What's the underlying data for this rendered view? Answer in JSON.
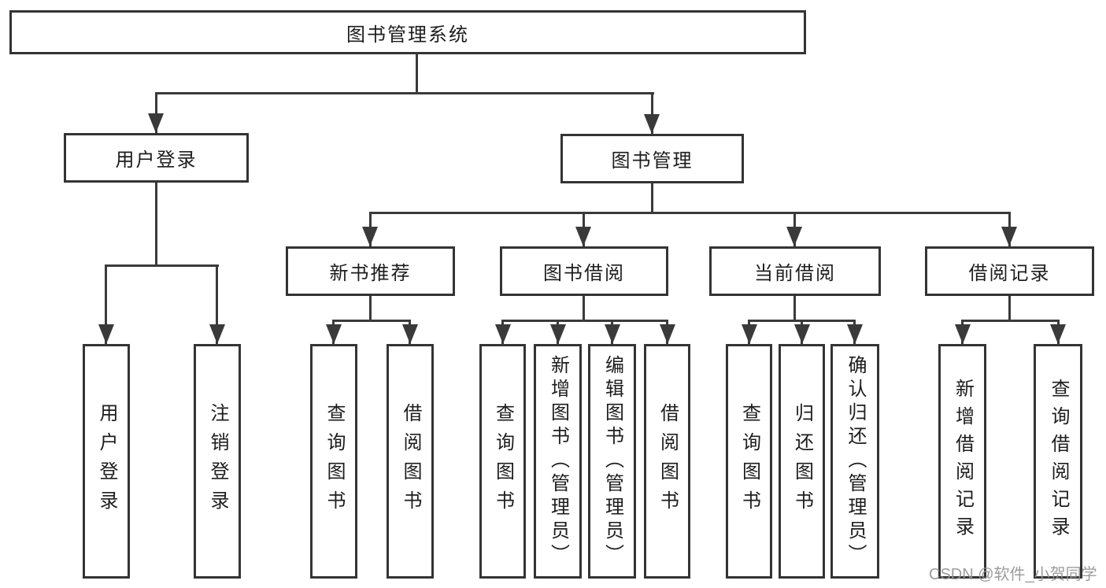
{
  "colors": {
    "line": "#3a3a3a",
    "box_border": "#343434",
    "box_fill": "#ffffff",
    "text": "#1d1d1f",
    "watermark": "#949494"
  },
  "nodes": {
    "root": {
      "label": "图书管理系统"
    },
    "user_login": {
      "label": "用户登录"
    },
    "book_management": {
      "label": "图书管理"
    },
    "new_book_recommend": {
      "label": "新书推荐"
    },
    "book_borrowing": {
      "label": "图书借阅"
    },
    "current_borrowing": {
      "label": "当前借阅"
    },
    "borrowing_records": {
      "label": "借阅记录"
    },
    "leaf_user_login": {
      "label": "用户登录"
    },
    "leaf_logout": {
      "label": "注销登录"
    },
    "leaf_query_books_a": {
      "label": "查询图书"
    },
    "leaf_borrow_books_a": {
      "label": "借阅图书"
    },
    "leaf_query_books_b": {
      "label": "查询图书"
    },
    "leaf_add_books_admin": {
      "label": "新增图书（管理员）"
    },
    "leaf_edit_books_admin": {
      "label": "编辑图书（管理员）"
    },
    "leaf_borrow_books_b": {
      "label": "借阅图书"
    },
    "leaf_query_books_c": {
      "label": "查询图书"
    },
    "leaf_return_books": {
      "label": "归还图书"
    },
    "leaf_confirm_return_admin": {
      "label": "确认归还（管理员）"
    },
    "leaf_add_borrow_record": {
      "label": "新增借阅记录"
    },
    "leaf_query_borrow_record": {
      "label": "查询借阅记录"
    }
  },
  "watermark": {
    "text": "CSDN @软件_小贺同学"
  }
}
